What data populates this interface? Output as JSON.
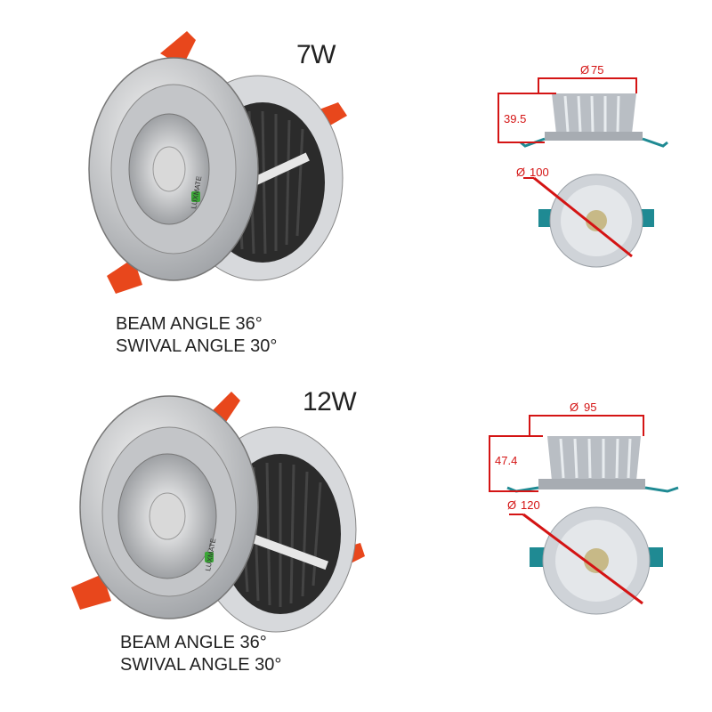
{
  "products": [
    {
      "wattage": "7W",
      "beam_angle": "BEAM ANGLE 36°",
      "swivel_angle": "SWIVAL ANGLE 30°",
      "brand": "LUXMATE",
      "dimensions": {
        "diameter_body": "75",
        "height": "39.5",
        "diameter_trim": "100"
      }
    },
    {
      "wattage": "12W",
      "beam_angle": "BEAM ANGLE 36°",
      "swivel_angle": "SWIVAL ANGLE 30°",
      "brand": "LUXMATE",
      "dimensions": {
        "diameter_body": "95",
        "height": "47.4",
        "diameter_trim": "120"
      }
    }
  ],
  "colors": {
    "dimension_red": "#d41414",
    "clip_orange": "#e8471c",
    "spring_teal": "#1f8a93",
    "housing_silver": "#c9ccd0"
  }
}
